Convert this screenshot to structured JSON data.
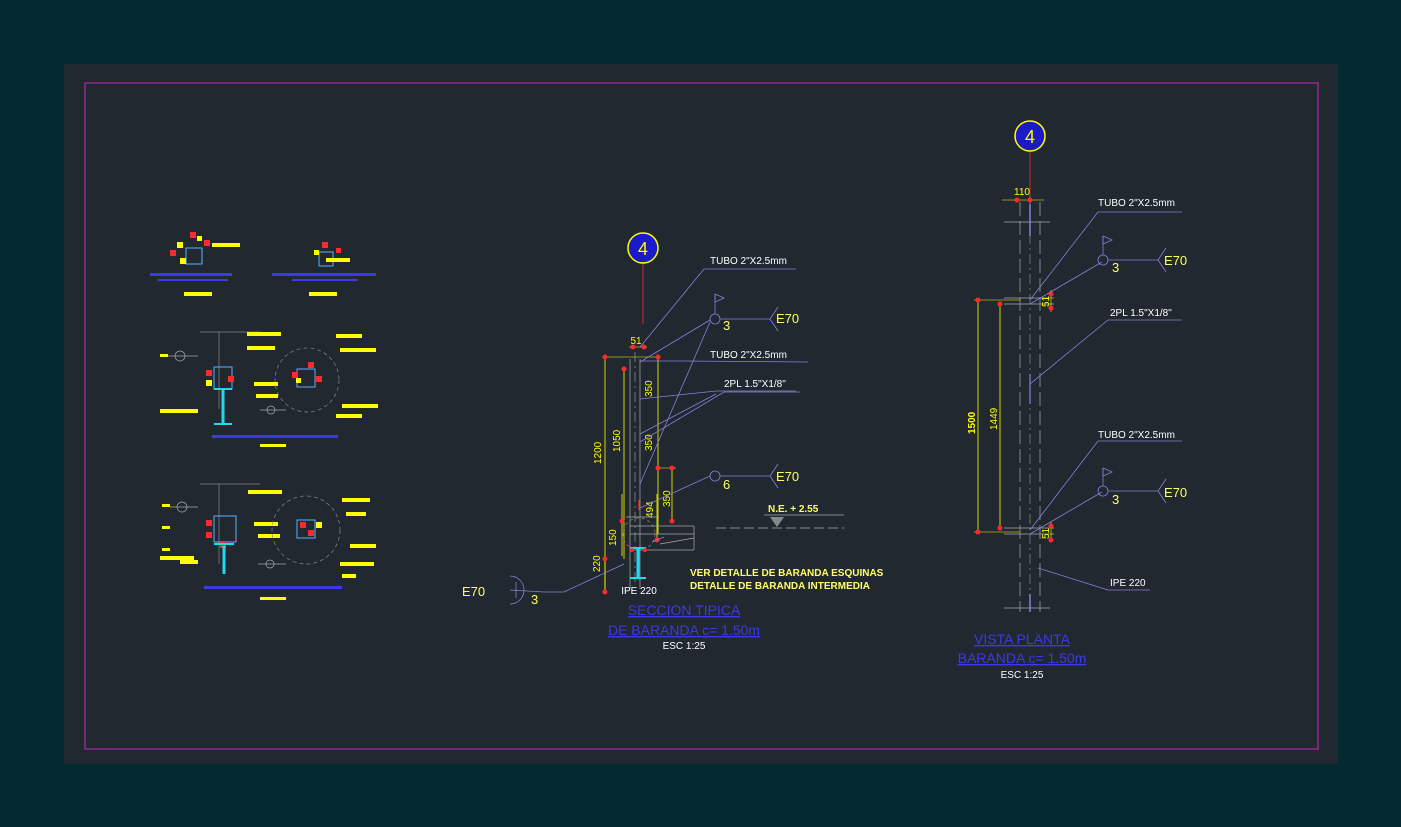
{
  "colors": {
    "background": "#022a30",
    "sheet": "#212830",
    "frame": "#b02ab0",
    "dimension": "#ffff00",
    "leader": "#8b7fd8",
    "title": "#3a3ae8",
    "marker_fill": "#1a1ac8",
    "annotation": "#ffff66",
    "label": "#ffffff",
    "red": "#ff2a2a",
    "steel": "#22d8f0"
  },
  "icons": [
    "weld-symbol-icon",
    "section-marker-icon",
    "level-triangle-icon"
  ],
  "section": {
    "marker": "4",
    "title_line1": "SECCION TIPICA",
    "title_line2": "DE BARANDA c= 1.50m",
    "scale": "ESC 1:25",
    "label_tubo_top": "TUBO 2\"X2.5mm",
    "label_tubo_mid": "TUBO 2\"X2.5mm",
    "label_plate": "2PL 1.5\"X1/8\"",
    "weld_e70": "E70",
    "weld_size_3": "3",
    "weld_size_6": "6",
    "dim_51": "51",
    "dim_1200": "1200",
    "dim_1050": "1050",
    "dim_350": "350",
    "dim_494": "494",
    "dim_150": "150",
    "dim_220": "220",
    "level": "N.E. + 2.55",
    "ipe": "IPE 220",
    "note_line1": "VER DETALLE DE BARANDA ESQUINAS",
    "note_line2": "DETALLE DE BARANDA INTERMEDIA"
  },
  "plan": {
    "marker": "4",
    "title_line1": "VISTA PLANTA",
    "title_line2": "BARANDA c= 1.50m",
    "scale": "ESC 1:25",
    "label_tubo": "TUBO 2\"X2.5mm",
    "label_plate": "2PL 1.5\"X1/8\"",
    "weld_e70": "E70",
    "weld_size": "3",
    "dim_110": "110",
    "dim_51": "51",
    "dim_1500": "1500",
    "dim_1449": "1449",
    "ipe": "IPE 220"
  }
}
